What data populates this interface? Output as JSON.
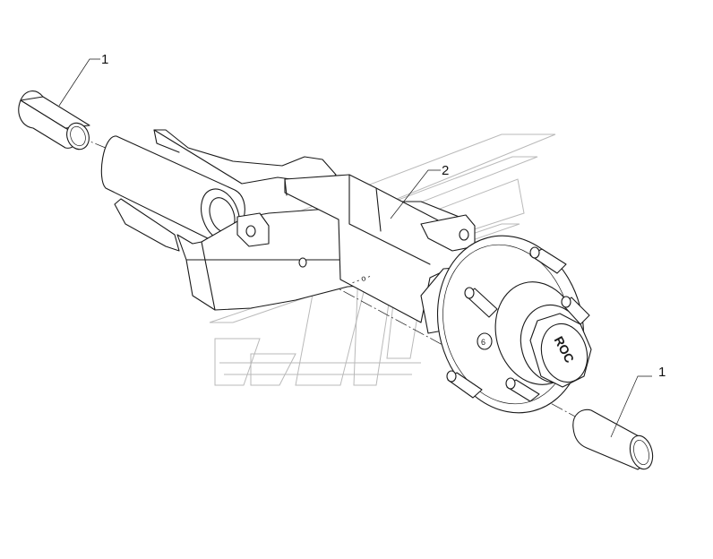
{
  "callouts": [
    {
      "id": "bushing-left",
      "number": "1"
    },
    {
      "id": "axle-hub-assembly",
      "number": "2"
    },
    {
      "id": "bushing-right",
      "number": "1"
    }
  ],
  "hub_cap_logo": "ROC",
  "washer_mark": "6",
  "colors": {
    "line": "#1a1a1a",
    "watermark": "#b9b9b9",
    "background": "#ffffff"
  }
}
